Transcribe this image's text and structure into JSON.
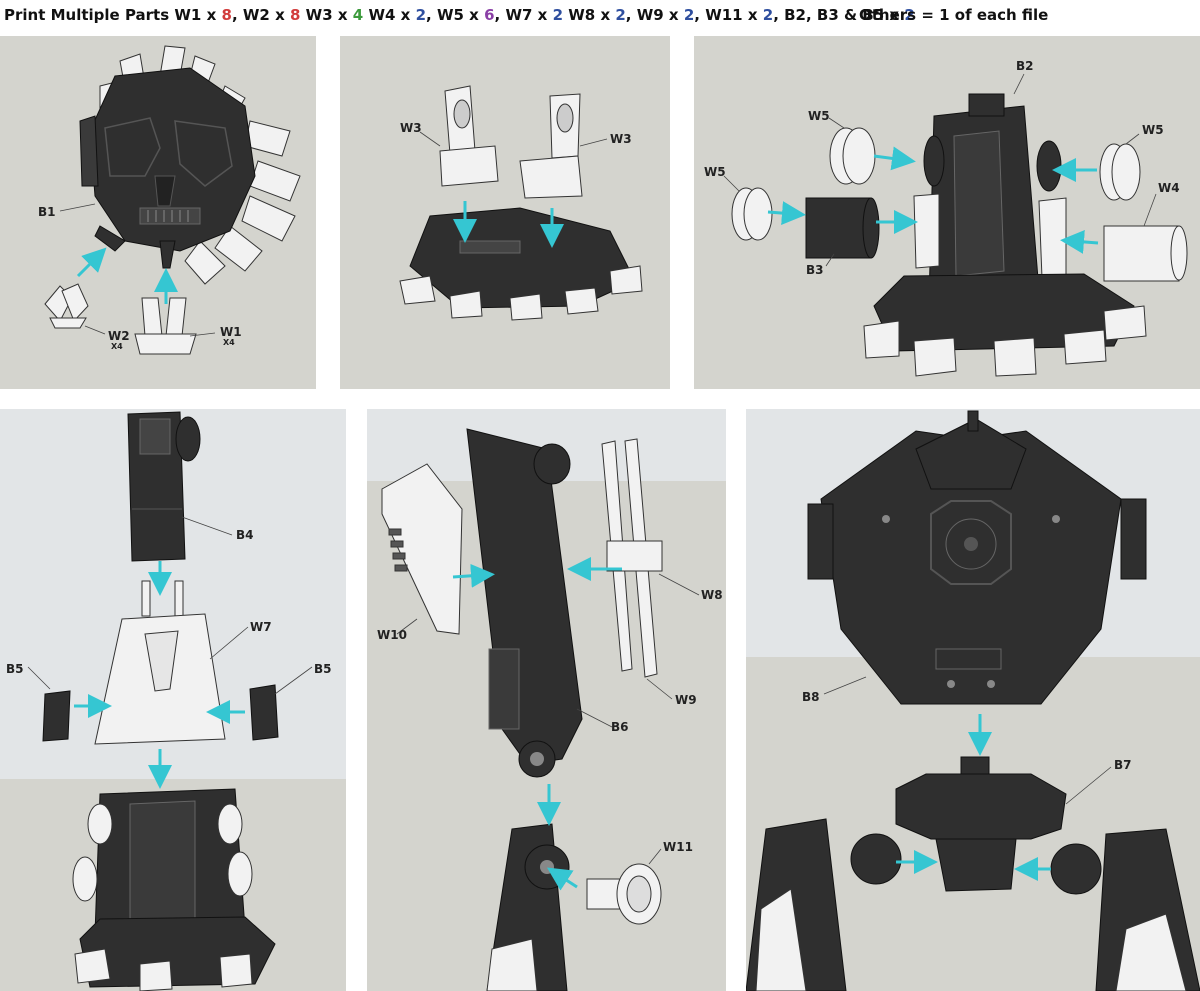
{
  "header": {
    "prefix": "Print Multiple Parts",
    "items": [
      {
        "part": "W1 x",
        "qty": "8",
        "color": "#d23c3c",
        "sep": ", "
      },
      {
        "part": "W2 x",
        "qty": "8",
        "color": "#d23c3c",
        "sep": " "
      },
      {
        "part": "W3 x",
        "qty": "4",
        "color": "#3c9a3c",
        "sep": " "
      },
      {
        "part": "W4 x",
        "qty": "2",
        "color": "#2f4f9f",
        "sep": ", "
      },
      {
        "part": "W5 x",
        "qty": "6",
        "color": "#8a3fa6",
        "sep": ", "
      },
      {
        "part": "W7 x",
        "qty": "2",
        "color": "#2f4f9f",
        "sep": " "
      },
      {
        "part": "W8 x",
        "qty": "2",
        "color": "#2f4f9f",
        "sep": ", "
      },
      {
        "part": "W9 x",
        "qty": "2",
        "color": "#2f4f9f",
        "sep": ", "
      },
      {
        "part": "W11 x",
        "qty": "2",
        "color": "#2f4f9f",
        "sep": ", "
      },
      {
        "part": "B2, B3 & B5 x",
        "qty": "2",
        "color": "#2f4f9f",
        "sep": ""
      }
    ],
    "others": "Others = 1 of each file"
  },
  "colors": {
    "panel_bg": "#d4d4ce",
    "panel_sky": "#e2e5e7",
    "part_black": "#2f2f2f",
    "part_white": "#f2f2f2",
    "arrow": "#35c6d2"
  },
  "panels": {
    "p1": {
      "labels": {
        "b1": "B1",
        "w2": "W2",
        "w2_qty": "X4",
        "w1": "W1",
        "w1_qty": "X4"
      }
    },
    "p2": {
      "labels": {
        "w3_left": "W3",
        "w3_right": "W3"
      }
    },
    "p3": {
      "labels": {
        "b2": "B2",
        "w5_left_top": "W5",
        "w5_left": "W5",
        "w5_right": "W5",
        "w4": "W4",
        "b3": "B3"
      }
    },
    "p4": {
      "labels": {
        "b4": "B4",
        "w7": "W7",
        "b5_left": "B5",
        "b5_right": "B5"
      }
    },
    "p5": {
      "labels": {
        "w10": "W10",
        "w8": "W8",
        "w9": "W9",
        "b6": "B6",
        "w11": "W11"
      }
    },
    "p6": {
      "labels": {
        "b8": "B8",
        "b7": "B7"
      }
    }
  }
}
